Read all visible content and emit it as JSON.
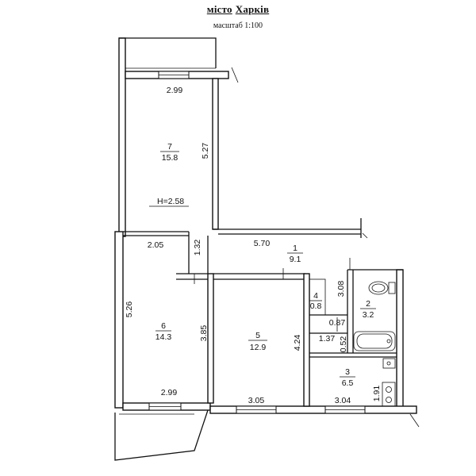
{
  "header": {
    "city_prefix": "місто",
    "city_name": "Харків",
    "scale": "масштаб 1:100"
  },
  "rooms": [
    {
      "number": "7",
      "area": "15.8"
    },
    {
      "number": "1",
      "area": "9.1"
    },
    {
      "number": "6",
      "area": "14.3"
    },
    {
      "number": "5",
      "area": "12.9"
    },
    {
      "number": "4",
      "area": "0.8"
    },
    {
      "number": "2",
      "area": "3.2"
    },
    {
      "number": "3",
      "area": "6.5"
    }
  ],
  "dimensions": {
    "room7_width": "2.99",
    "room7_length": "5.27",
    "ceiling_height": "H=2.58",
    "corridor_width": "2.05",
    "corridor_small": "1.32",
    "hall_length": "5.70",
    "room6_length": "5.26",
    "room6_width": "2.99",
    "room6_depth": "3.85",
    "room5_width": "3.05",
    "room5_depth": "4.24",
    "bath_length": "3.08",
    "wc_small": "0.87",
    "hall_small": "1.37",
    "bath_small": "0.52",
    "kitchen_side": "1.91",
    "kitchen_width": "3.04"
  }
}
